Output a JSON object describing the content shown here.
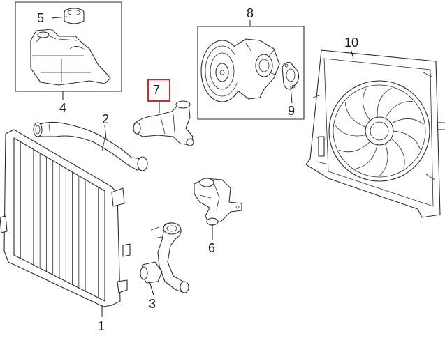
{
  "diagram": {
    "accent_color": "#d9262c",
    "highlighted_callout": "7",
    "callouts": [
      {
        "id": "c1",
        "label": "1",
        "part": "radiator"
      },
      {
        "id": "c2",
        "label": "2",
        "part": "upper-hose"
      },
      {
        "id": "c3",
        "label": "3",
        "part": "lower-hose"
      },
      {
        "id": "c4",
        "label": "4",
        "part": "coolant-reservoir"
      },
      {
        "id": "c5",
        "label": "5",
        "part": "reservoir-cap"
      },
      {
        "id": "c6",
        "label": "6",
        "part": "thermostat-housing"
      },
      {
        "id": "c7",
        "label": "7",
        "part": "water-outlet"
      },
      {
        "id": "c8",
        "label": "8",
        "part": "water-pump"
      },
      {
        "id": "c9",
        "label": "9",
        "part": "pump-gasket"
      },
      {
        "id": "c10",
        "label": "10",
        "part": "fan-assembly"
      }
    ]
  }
}
